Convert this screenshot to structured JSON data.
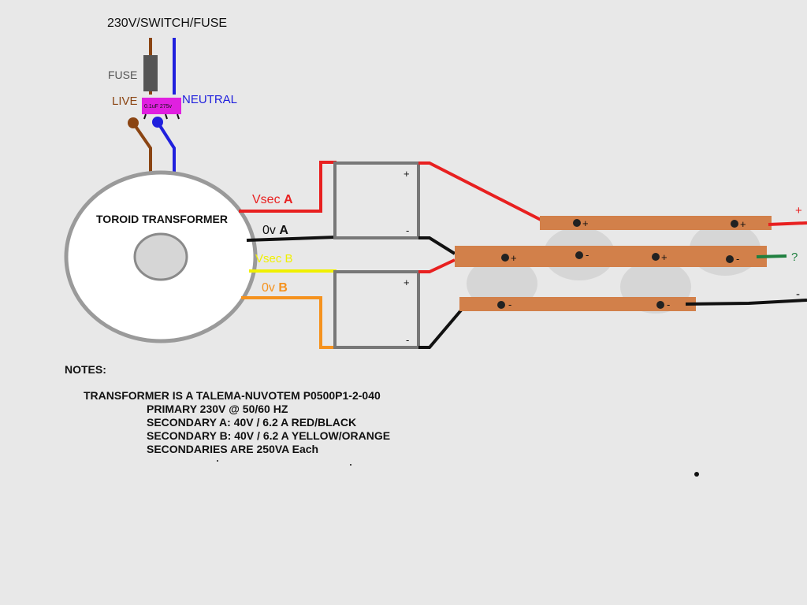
{
  "labels": {
    "supply": "230V/SWITCH/FUSE",
    "fuse": "FUSE",
    "live": "LIVE",
    "neutral": "NEUTRAL",
    "capacitor": "0.1uF 275v",
    "transformer": "TOROID TRANSFORMER",
    "vsec_a_prefix": "Vsec ",
    "vsec_a_suffix": "A",
    "zero_a_prefix": "0v ",
    "zero_a_suffix": "A",
    "vsec_b": "Vsec B",
    "zero_b_prefix": "0v ",
    "zero_b_suffix": "B",
    "bridge_plus": "+",
    "bridge_minus": "-",
    "out_plus": "+",
    "out_ground": "?",
    "out_minus": "-"
  },
  "bus_markers": {
    "top": [
      "+",
      "+"
    ],
    "middle": [
      "+",
      "-",
      "+",
      "-"
    ],
    "bottom": [
      "-",
      "-"
    ]
  },
  "notes": {
    "heading": "NOTES:",
    "transformer": "TRANSFORMER IS A TALEMA-NUVOTEM P0500P1-2-040",
    "primary": "PRIMARY 230V @ 50/60 HZ",
    "secondary_a": "SECONDARY A: 40V / 6.2 A RED/BLACK",
    "secondary_b": "SECONDARY B: 40V / 6.2 A YELLOW/ORANGE",
    "secondaries": "SECONDARIES ARE 250VA Each"
  },
  "colors": {
    "background": "#e8e8e8",
    "live_wire": "#8b4513",
    "neutral_wire": "#2020dd",
    "vsec_a": "#e82020",
    "zero_a": "#111111",
    "vsec_b": "#f0f000",
    "zero_b": "#f5921e",
    "ground_out": "#208040",
    "bus": "#d2804a",
    "capacitor": "#e020e0",
    "fuse": "#555555",
    "bridge_outline": "#777777",
    "cap_circle": "#d6d6d6"
  }
}
